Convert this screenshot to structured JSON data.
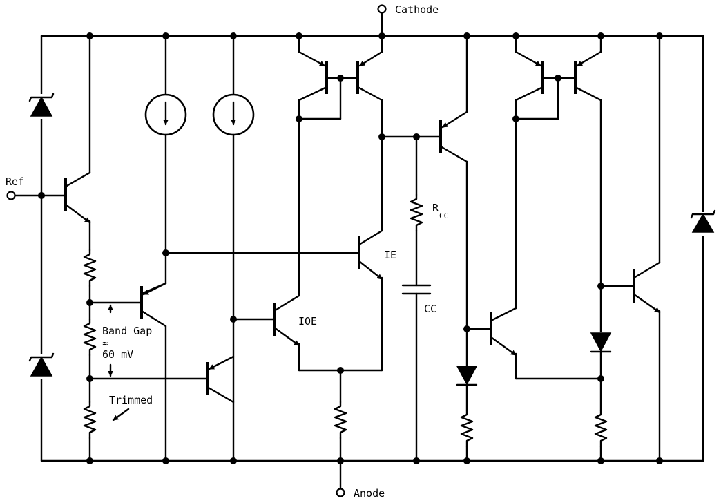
{
  "labels": {
    "cathode": "Cathode",
    "anode": "Anode",
    "ref": "Ref",
    "rcc_main": "R",
    "rcc_sub": "CC",
    "cc": "CC",
    "ie": "IE",
    "ioe": "IOE",
    "band_gap": "Band Gap",
    "approx": "≈",
    "band_gap_value": "60 mV",
    "trimmed": "Trimmed"
  },
  "icons": [
    "current-source-icon",
    "zener-diode-icon",
    "diode-icon",
    "npn-transistor-icon",
    "pnp-transistor-icon",
    "resistor-icon",
    "capacitor-icon",
    "terminal-icon"
  ]
}
